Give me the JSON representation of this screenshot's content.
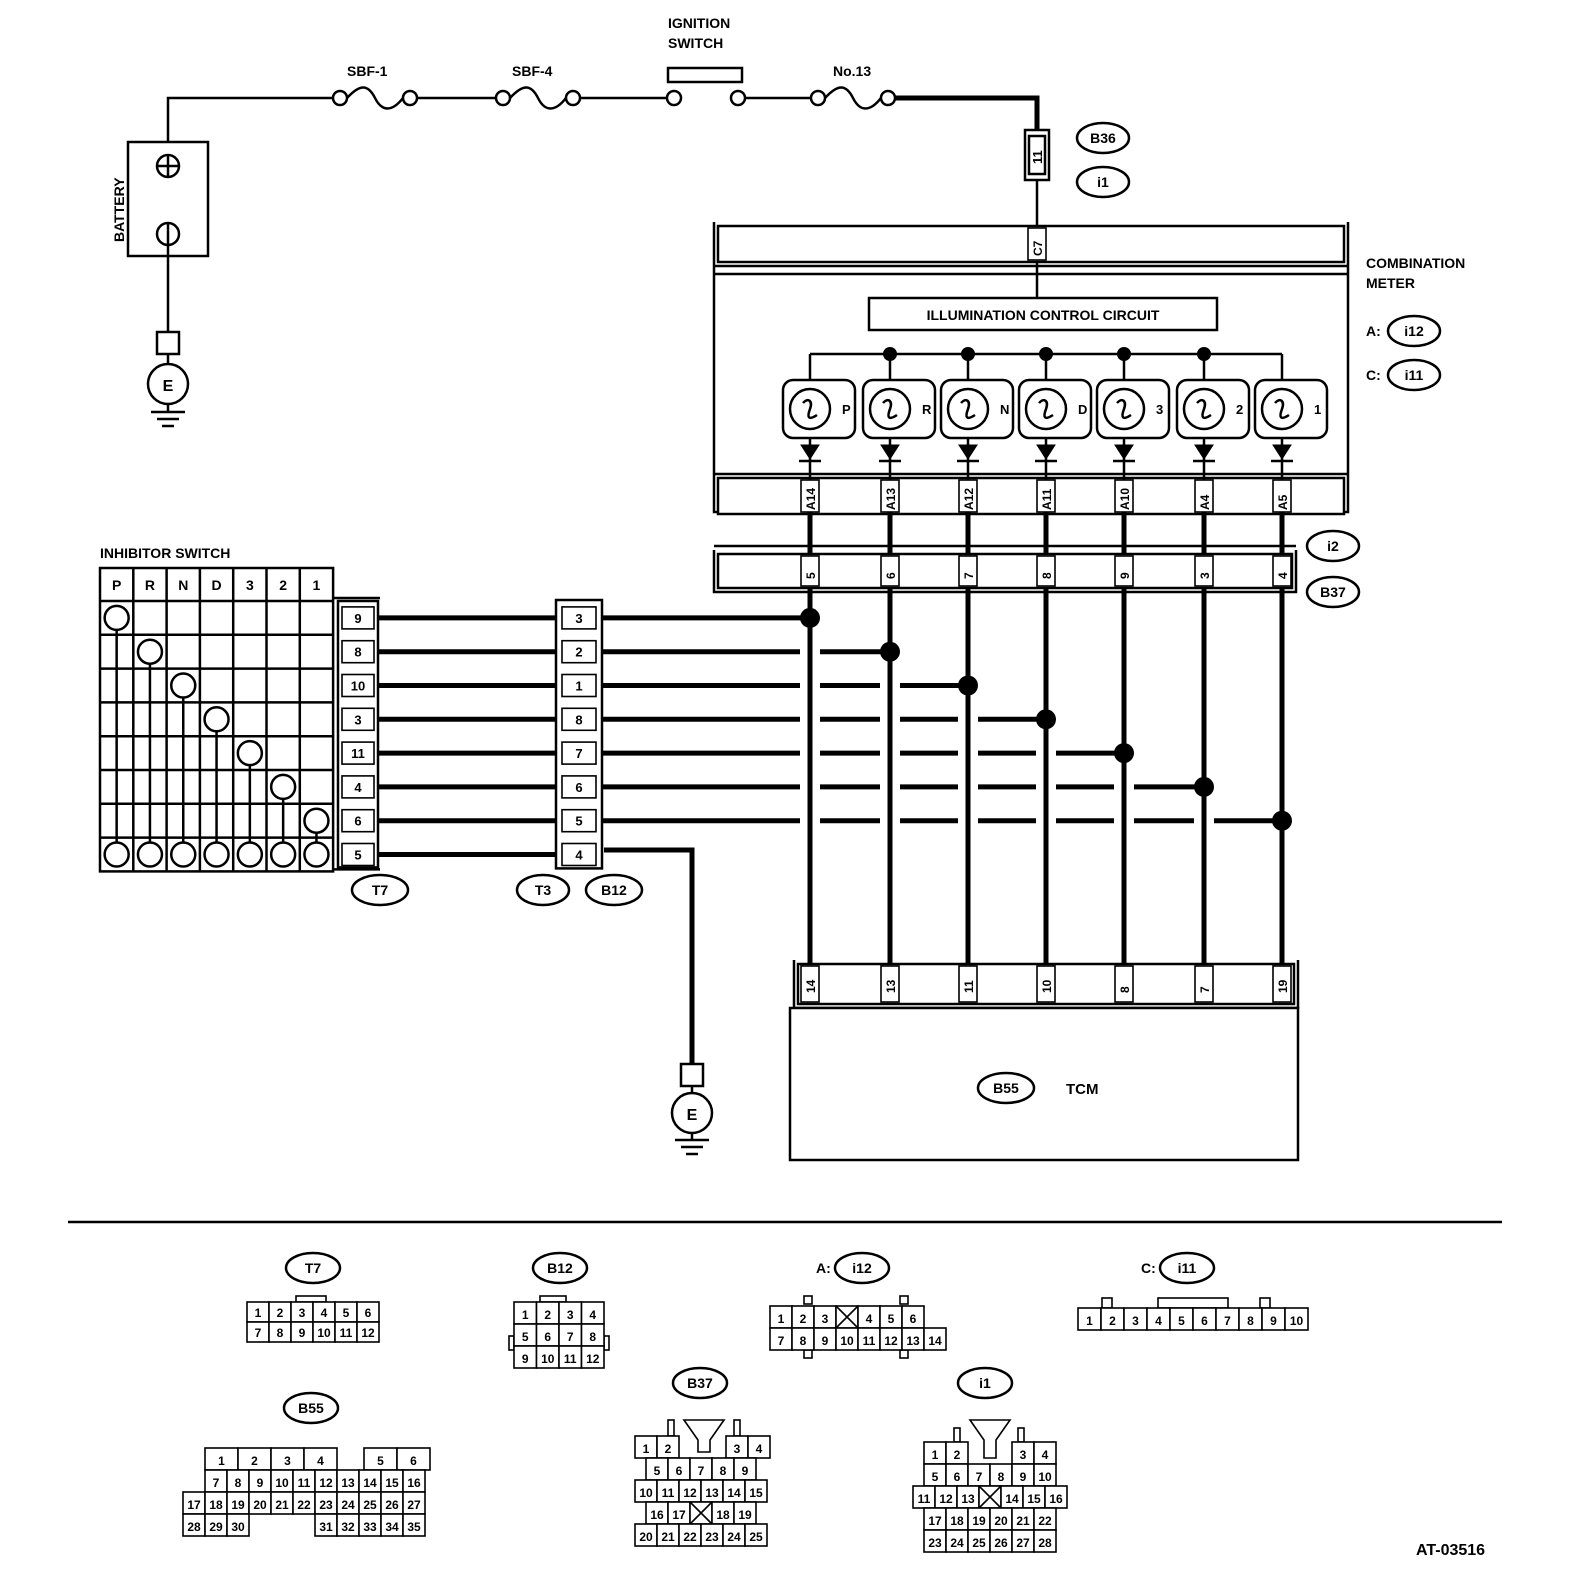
{
  "power": {
    "battery": "BATTERY",
    "fuse1": "SBF-1",
    "fuse2": "SBF-4",
    "ignition": [
      "IGNITION",
      "SWITCH"
    ],
    "fuse3": "No.13",
    "ground": "E"
  },
  "meter": {
    "title": [
      "COMBINATION",
      "METER"
    ],
    "conn_a_prefix": "A:",
    "conn_a": "i12",
    "conn_c_prefix": "C:",
    "conn_c": "i11",
    "in_pin": "C7",
    "circuit": "ILLUMINATION CONTROL CIRCUIT",
    "lamps": [
      "P",
      "R",
      "N",
      "D",
      "3",
      "2",
      "1"
    ],
    "pins": [
      "A14",
      "A13",
      "A12",
      "A11",
      "A10",
      "A4",
      "A5"
    ]
  },
  "b36": {
    "id": "B36",
    "id2": "i1",
    "pin": "11"
  },
  "b37": {
    "id": "B37",
    "id2": "i2",
    "pins": [
      "5",
      "6",
      "7",
      "8",
      "9",
      "3",
      "4"
    ]
  },
  "inhibitor": {
    "title": "INHIBITOR SWITCH",
    "positions": [
      "P",
      "R",
      "N",
      "D",
      "3",
      "2",
      "1"
    ],
    "pins": [
      "9",
      "8",
      "10",
      "3",
      "11",
      "4",
      "6",
      "5"
    ],
    "connector": "T7"
  },
  "mid": {
    "pins": [
      "3",
      "2",
      "1",
      "8",
      "7",
      "6",
      "5",
      "4"
    ],
    "conn1": "T3",
    "conn2": "B12"
  },
  "tcm": {
    "name": "TCM",
    "connector": "B55",
    "pins": [
      "14",
      "13",
      "11",
      "10",
      "8",
      "7",
      "19"
    ]
  },
  "faces": {
    "t7": {
      "label": "T7",
      "rows": [
        [
          "1",
          "2",
          "3",
          "4",
          "5",
          "6"
        ],
        [
          "7",
          "8",
          "9",
          "10",
          "11",
          "12"
        ]
      ]
    },
    "b12": {
      "label": "B12",
      "rows": [
        [
          "1",
          "2",
          "3",
          "4"
        ],
        [
          "5",
          "6",
          "7",
          "8"
        ],
        [
          "9",
          "10",
          "11",
          "12"
        ]
      ]
    },
    "i12": {
      "prefix": "A:",
      "label": "i12",
      "rows": [
        [
          "1",
          "2",
          "3",
          "",
          "4",
          "5",
          "6"
        ],
        [
          "7",
          "8",
          "9",
          "10",
          "11",
          "12",
          "13",
          "14"
        ]
      ]
    },
    "i11": {
      "prefix": "C:",
      "label": "i11",
      "rows": [
        [
          "1",
          "2",
          "3",
          "4",
          "5",
          "6",
          "7",
          "8",
          "9",
          "10"
        ]
      ]
    },
    "b55": {
      "label": "B55",
      "rows": [
        [
          "1",
          "2",
          "3",
          "4",
          "",
          "5",
          "6"
        ],
        [
          "7",
          "8",
          "9",
          "10",
          "11",
          "12",
          "13",
          "14",
          "15",
          "16"
        ],
        [
          "17",
          "18",
          "19",
          "20",
          "21",
          "22",
          "23",
          "24",
          "25",
          "26",
          "27"
        ],
        [
          "28",
          "29",
          "30",
          "31",
          "32",
          "33",
          "34",
          "35"
        ]
      ]
    },
    "b37": {
      "label": "B37",
      "rows": [
        [
          "1",
          "2",
          "3",
          "4"
        ],
        [
          "5",
          "6",
          "7",
          "8",
          "9"
        ],
        [
          "10",
          "11",
          "12",
          "13",
          "14",
          "15"
        ],
        [
          "16",
          "17",
          "",
          "18",
          "19"
        ],
        [
          "20",
          "21",
          "22",
          "23",
          "24",
          "25"
        ]
      ]
    },
    "i1": {
      "label": "i1",
      "rows": [
        [
          "1",
          "2",
          "3",
          "4"
        ],
        [
          "5",
          "6",
          "7",
          "8",
          "9",
          "10"
        ],
        [
          "11",
          "12",
          "13",
          "",
          "14",
          "15",
          "16"
        ],
        [
          "17",
          "18",
          "19",
          "20",
          "21",
          "22"
        ],
        [
          "23",
          "24",
          "25",
          "26",
          "27",
          "28"
        ]
      ]
    }
  },
  "figure_id": "AT-03516"
}
